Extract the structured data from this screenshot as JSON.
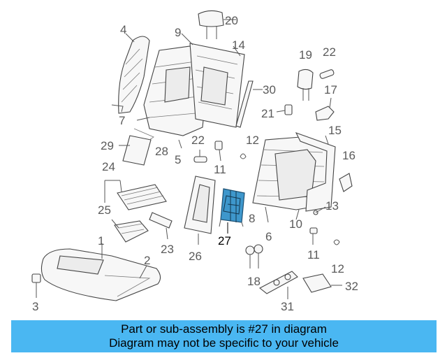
{
  "diagram": {
    "callouts": {
      "c1": "1",
      "c2": "2",
      "c3": "3",
      "c4": "4",
      "c5": "5",
      "c6": "6",
      "c7": "7",
      "c8": "8",
      "c9": "9",
      "c10": "10",
      "c11a": "11",
      "c11b": "11",
      "c12a": "12",
      "c12b": "12",
      "c13": "13",
      "c14": "14",
      "c15": "15",
      "c16": "16",
      "c17": "17",
      "c18": "18",
      "c19": "19",
      "c20": "20",
      "c21": "21",
      "c22a": "22",
      "c22b": "22",
      "c23": "23",
      "c24": "24",
      "c25": "25",
      "c26": "26",
      "c27": "27",
      "c28": "28",
      "c29": "29",
      "c30": "30",
      "c31": "31",
      "c32": "32"
    },
    "highlight_color": "#3e97cc"
  },
  "banner": {
    "line1": "Part or sub-assembly is #27 in diagram",
    "line2": "Diagram may not be specific to your vehicle",
    "color": "#4ab7f2"
  }
}
